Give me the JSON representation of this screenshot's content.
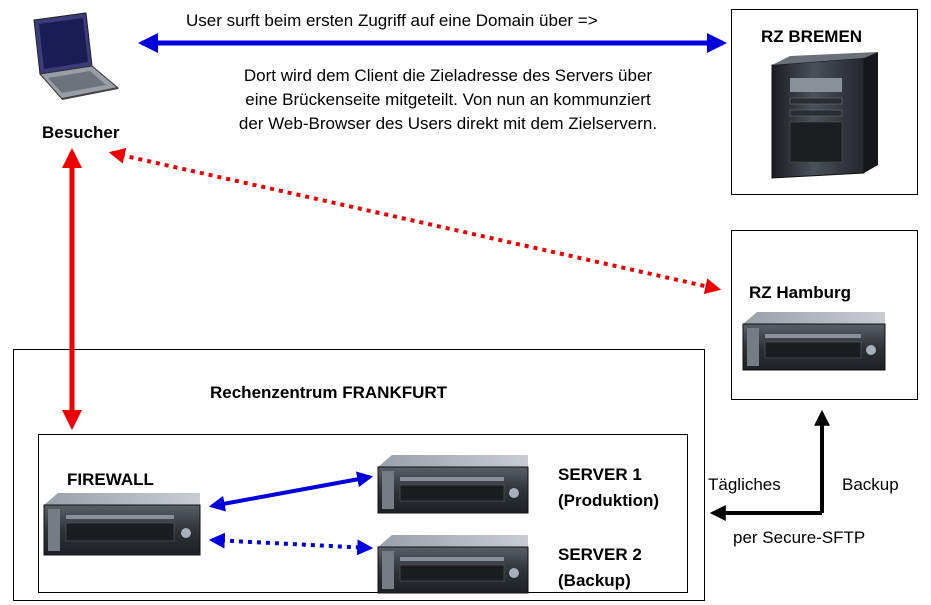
{
  "visitor": {
    "label": "Besucher",
    "icon": "laptop-icon"
  },
  "top_arrow_text": "User surft beim ersten Zugriff auf eine Domain über =>",
  "description_lines": [
    "Dort  wird dem Client die Zieladresse des Servers über",
    "eine Brückenseite mitgeteilt. Von nun an kommunziert",
    "der Web-Browser des Users direkt mit dem Zielservern."
  ],
  "rz_bremen": {
    "title": "RZ BREMEN",
    "icon": "tower-server-icon"
  },
  "rz_hamburg": {
    "title": "RZ Hamburg",
    "icon": "rack-server-icon"
  },
  "datacenter": {
    "title": "Rechenzentrum FRANKFURT"
  },
  "firewall": {
    "label": "FIREWALL",
    "icon": "rack-server-icon"
  },
  "server1": {
    "line1": "SERVER 1",
    "line2": "(Produktion)",
    "icon": "rack-server-icon"
  },
  "server2": {
    "line1": "SERVER 2",
    "line2": "(Backup)",
    "icon": "rack-server-icon"
  },
  "backup": {
    "left": "Tägliches",
    "right": "Backup",
    "bottom": "per Secure-SFTP"
  },
  "colors": {
    "blue": "#0000dd",
    "red": "#ee0000",
    "black": "#000000"
  }
}
